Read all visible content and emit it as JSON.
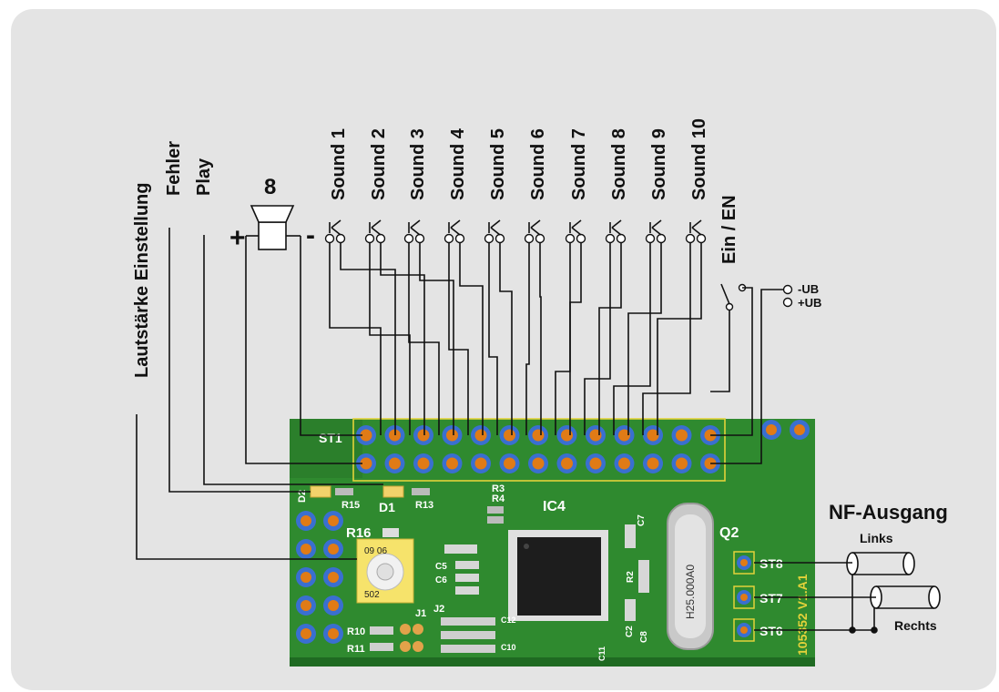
{
  "labels": {
    "volume": "Lautstärke Einstellung",
    "error": "Fehler",
    "play": "Play",
    "speaker_ohm": "8",
    "plus": "+",
    "minus": "-",
    "enable": "Ein / EN",
    "minus_ub": "-UB",
    "plus_ub": "+UB",
    "nf_out": "NF-Ausgang",
    "left": "Links",
    "right": "Rechts"
  },
  "sounds": [
    "Sound 1",
    "Sound 2",
    "Sound 3",
    "Sound 4",
    "Sound 5",
    "Sound 6",
    "Sound 7",
    "Sound 8",
    "Sound 9",
    "Sound 10"
  ],
  "pcb": {
    "st1": "ST1",
    "ic4": "IC4",
    "q2": "Q2",
    "d1": "D1",
    "d2": "D2",
    "r13": "R13",
    "r15": "R15",
    "r16": "R16",
    "r3": "R3",
    "r4": "R4",
    "r2": "R2",
    "r10": "R10",
    "r11": "R11",
    "j1": "J1",
    "j2": "J2",
    "c5": "C5",
    "c6": "C6",
    "c7": "C7",
    "c8": "C8",
    "c2": "C2",
    "c12": "C12",
    "c10": "C10",
    "c11": "C11",
    "st8": "ST8",
    "st7": "ST7",
    "st6": "ST6",
    "crystal": "H25.000A0",
    "pot_top": "09 06",
    "pot_bottom": "502",
    "version": "105352 V1.A1"
  },
  "colors": {
    "panel": "#e4e4e4",
    "pcb": "#2f8a2f",
    "pcb_dark": "#1f6a22",
    "pin_orange": "#e07b16",
    "pin_blue": "#3a6fd0",
    "header_outline": "#e3d23a",
    "ic": "#1d1d1d"
  }
}
